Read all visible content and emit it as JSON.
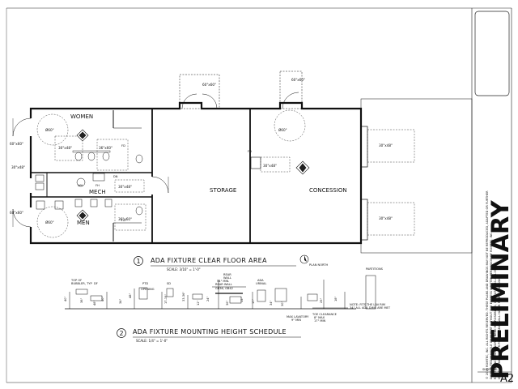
{
  "rooms": {
    "women": "WOMEN",
    "men": "MEN",
    "mech": "MECH",
    "storage": "STORAGE",
    "concession": "CONCESSION"
  },
  "clearances": {
    "turn_60": "Ø60\"",
    "s60x60": "60\"x60\"",
    "s30x48": "30\"x48\"",
    "s36x60": "36\"x60\"",
    "s30x48_a": "30\"x48\"",
    "s30x48_b": "30\"x48\""
  },
  "marks": {
    "fd": "FD",
    "dn": "DN",
    "fh": "FH",
    "wh": "WH",
    "tag_ms": "MS"
  },
  "titles": {
    "t1_num": "1",
    "t1_text": "ADA FIXTURE CLEAR FLOOR AREA",
    "t1_scale": "SCALE: 3/16\" = 1'-0\"",
    "north": "PLAN NORTH",
    "t2_num": "2",
    "t2_text": "ADA FIXTURE MOUNTING HEIGHT SCHEDULE",
    "t2_scale": "SCALE: 1/4\" = 1'-0\""
  },
  "schedule": {
    "top_of_bubbler": "TOP OF",
    "bubbler_typ": "BUBBLER, TYP",
    "df": "DF",
    "ptd": "PTD",
    "sd": "SD",
    "opening": "OPENING",
    "rear_wall": "REAR",
    "rear_wall2": "WALL",
    "d54": "54\" MIN.",
    "rear_wall_label": "REAR WALL",
    "gb": "GB36, GB42",
    "ada_urinal": "ADA",
    "ada_urinal2": "URINAL",
    "max_lav": "MAX LAVATORY",
    "d9min": "9\" MIN",
    "d8max": "8\" MAX",
    "d27min": "27\" MIN",
    "toe_clear": "TOE CLEARANCE",
    "d17min": "17\" MIN",
    "note1": "NOTE: FITS THE LAV RIM",
    "note2": "34\" ALL ADA DIMS ARE MET",
    "partitions": "PARTITIONS",
    "dims": [
      "40\"",
      "36\"",
      "48\"",
      "40\"",
      "34\"",
      "48\"",
      "17-19\"",
      "33-36\"",
      "12\"",
      "24\"",
      "36\"",
      "15\"",
      "17\"",
      "34\"",
      "30\"",
      "29\"",
      "18\""
    ]
  },
  "titleblock": {
    "preliminary": "PRELIMINARY",
    "copyright_lines": [
      "© 2013 ROMTEC, INC. ALL RIGHTS RESERVED. THESE PLANS AND DRAWINGS MAY NOT BE REPRODUCED, ADAPTED OR FURTHER",
      "DISTRIBUTED IN WHOLE OR IN PART WITHOUT THE EXPRESS WRITTEN PERMISSION OF ROMTEC, INC.",
      "ROMTEC, INC. 18240 NORTH BANK RD. ROSEBURG, OR 97470 · 541-496-3541",
      "MODEL: 2064 SIERRA R PICNIC GREAT-WALL HABER FOUR-CONCESSION"
    ],
    "sheet_no_label": "SHEET NO.",
    "sheet_no": "A2"
  },
  "colors": {
    "line": "#111111",
    "grid": "#000000"
  }
}
